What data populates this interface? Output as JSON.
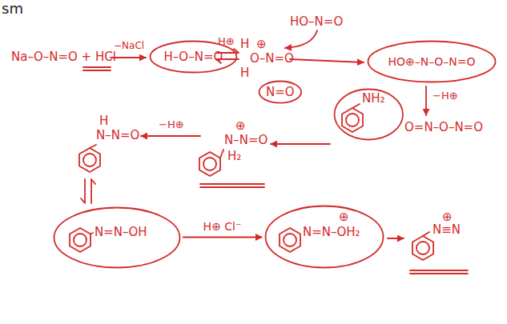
{
  "diagram": {
    "nodes": [
      {
        "text": [
          "H–O–N=O"
        ]
      },
      {
        "text": [
          "N=O"
        ]
      },
      {
        "text": [
          "HO⊕–N–O–N=O"
        ]
      },
      {
        "text": [
          "NH₂"
        ]
      },
      {
        "text": [
          "N=N–OH"
        ]
      },
      {
        "text": [
          "⊕",
          "N=N–OH₂"
        ]
      }
    ],
    "edges": [
      {
        "from": 4,
        "to": 5,
        "label": "H⊕ Cl⁻",
        "arrow": "to"
      }
    ],
    "labels": [
      "sm",
      "Na–O–N=O + HCl",
      "−NaCl",
      "H⊕",
      "H",
      "⊕",
      "O–N=O",
      "H",
      "HO–N=O",
      "−H⊕",
      "O=N–O–N=O",
      "⊕",
      "N–N=O",
      "H₂",
      "−H⊕",
      "H",
      "N–N=O",
      "⊕",
      "N≡N"
    ]
  }
}
